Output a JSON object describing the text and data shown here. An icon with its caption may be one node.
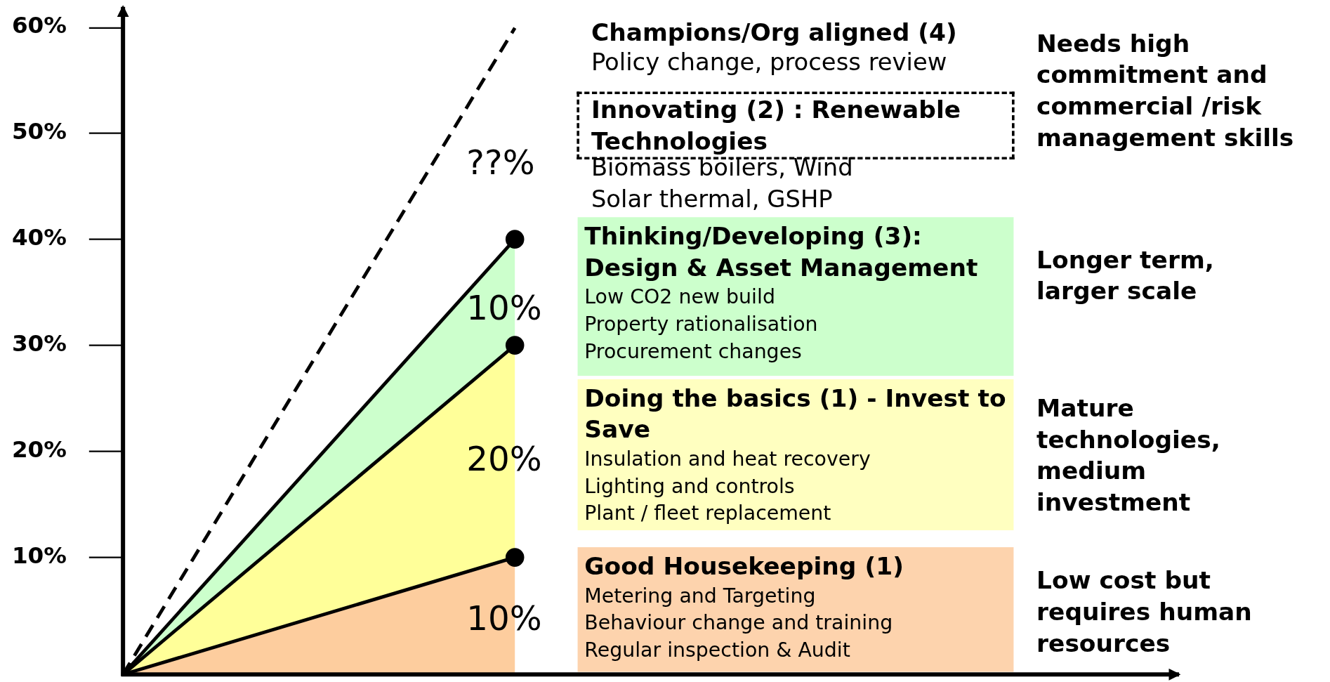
{
  "diagram": {
    "nodes": [
      {
        "text": [
          "Innovating (2) : Renewable Technologies"
        ],
        "beside": [
          "Biomass boilers, Wind",
          "Solar thermal, GSHP"
        ]
      },
      {
        "text": [
          "Thinking/Developing (3): Design & Asset Management",
          "Low CO2 new build",
          "Property rationalisation",
          "Procurement changes"
        ]
      },
      {
        "text": [
          "Doing the basics (1) - Invest to Save",
          "Insulation and heat recovery",
          "Lighting and controls",
          "Plant / fleet replacement"
        ]
      },
      {
        "text": [
          "Good Housekeeping (1)",
          "Metering and Targeting",
          "Behaviour change and training",
          "Regular inspection & Audit"
        ]
      }
    ],
    "edges": [],
    "labels": [
      "60%",
      "Champions/Org aligned (4)",
      "Policy change, process review",
      "Needs high commitment and commercial /risk management skills",
      "50%",
      "??%",
      "40%",
      "Longer term, larger scale",
      "10%",
      "30%",
      "20%",
      "20%",
      "Mature technologies, medium investment",
      "10%",
      "10%",
      "Low cost but requires human resources"
    ]
  }
}
